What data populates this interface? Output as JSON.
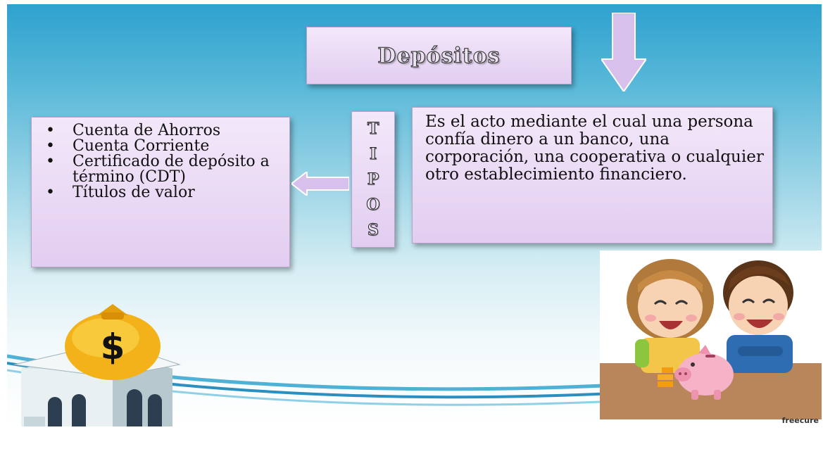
{
  "slide": {
    "title": "Depósitos",
    "tipos_letters": [
      "T",
      "I",
      "P",
      "O",
      "S"
    ],
    "types_list": [
      "Cuenta de Ahorros",
      "Cuenta Corriente",
      "Certificado de depósito a término (CDT)",
      "Títulos de valor"
    ],
    "bullet_glyph": "•",
    "definition": "Es el acto mediante el cual una persona confía dinero a un banco, una corporación, una cooperativa o cualquier otro establecimiento financiero.",
    "bank_sign": "$",
    "watermark": "freecure"
  },
  "colors": {
    "box_fill": "#e6d3f2",
    "box_border": "#b9a2c8",
    "arrow_fill": "#d8c0ec",
    "background_top": "#2ea2cf",
    "money_bag": "#f3b219"
  },
  "icons": {
    "down_arrow": "down-arrow-icon",
    "left_arrow": "left-arrow-icon",
    "money_bag": "money-bag-icon",
    "bank": "bank-building-icon",
    "piggy_bank": "piggy-bank-icon"
  }
}
